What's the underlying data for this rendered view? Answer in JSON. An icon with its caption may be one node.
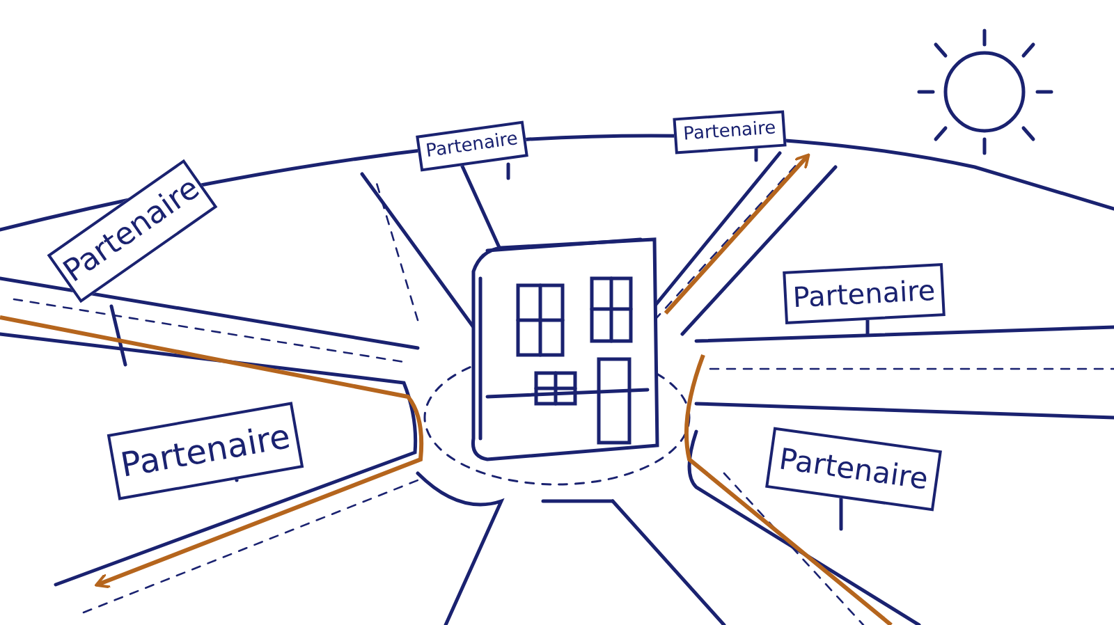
{
  "diagram": {
    "nodes": [
      {
        "text": [
          "Partenaire"
        ]
      },
      {
        "text": [
          "Partenaire"
        ]
      },
      {
        "text": [
          "Partenaire"
        ]
      },
      {
        "text": [
          "Partenaire"
        ]
      },
      {
        "text": [
          "Partenaire"
        ]
      },
      {
        "text": [
          "Partenaire"
        ]
      }
    ]
  }
}
